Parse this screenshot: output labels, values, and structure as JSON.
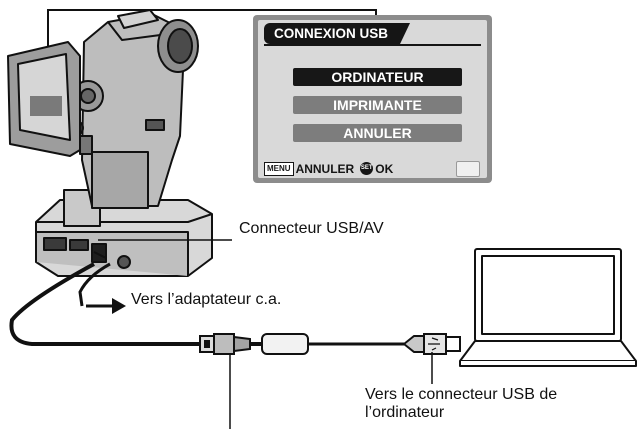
{
  "menu": {
    "title": "CONNEXION USB",
    "options": [
      "ORDINATEUR",
      "IMPRIMANTE",
      "ANNULER"
    ],
    "selected_index": 0,
    "footer": {
      "menu_icon_label": "MENU",
      "cancel_label": "ANNULER",
      "set_icon_label": "SET",
      "ok_label": "OK"
    }
  },
  "labels": {
    "usb_av_connector": "Connecteur USB/AV",
    "to_ac_adapter": "Vers l’adaptateur c.a.",
    "to_pc_usb_line1": "Vers le connecteur USB de",
    "to_pc_usb_line2": "l’ordinateur"
  },
  "colors": {
    "ink": "#111111",
    "menu_selected": "#171717",
    "menu_option": "#7d7d7d",
    "menu_frame": "#8c8c8c",
    "menu_panel": "#d9d9d9"
  }
}
